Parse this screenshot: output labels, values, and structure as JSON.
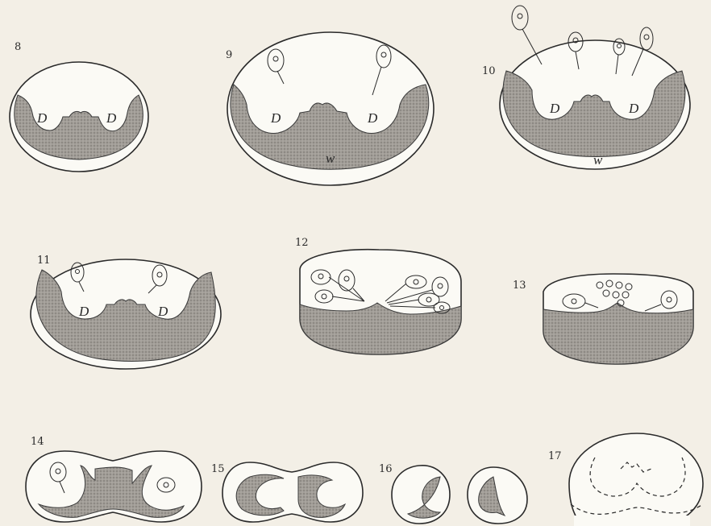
{
  "figures": [
    {
      "number": "8",
      "labels": [
        "D",
        "D"
      ]
    },
    {
      "number": "9",
      "labels": [
        "D",
        "D",
        "w"
      ]
    },
    {
      "number": "10",
      "labels": [
        "D",
        "D",
        "w"
      ]
    },
    {
      "number": "11",
      "labels": [
        "D",
        "D"
      ]
    },
    {
      "number": "12",
      "labels": []
    },
    {
      "number": "13",
      "labels": []
    },
    {
      "number": "14",
      "labels": []
    },
    {
      "number": "15",
      "labels": []
    },
    {
      "number": "16",
      "labels": []
    },
    {
      "number": "17",
      "labels": []
    }
  ],
  "colors": {
    "paper": "#f3efe6",
    "shade": "#9a9690",
    "ink": "#2a2a2a"
  }
}
